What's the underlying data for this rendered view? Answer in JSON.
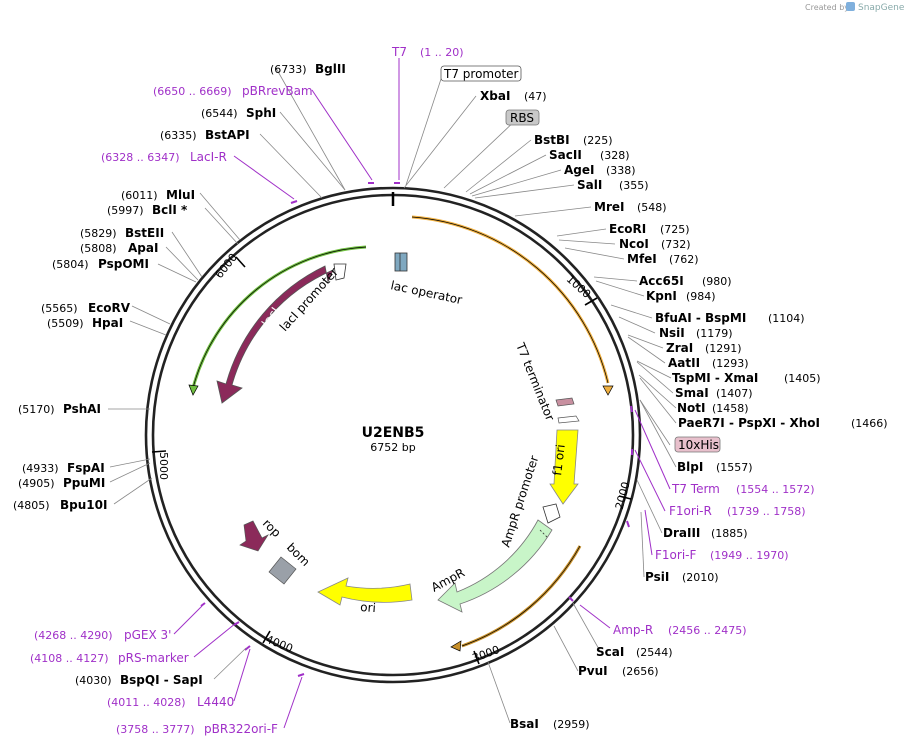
{
  "header": {
    "credit": "Created by",
    "brand": "SnapGene"
  },
  "plasmid": {
    "name": "U2ENB5",
    "size": "6752 bp",
    "total_bp": 6752
  },
  "ticks": [
    "1000",
    "2000",
    "3000",
    "4000",
    "5000",
    "6000"
  ],
  "enzymes_right": [
    {
      "name": "XbaI",
      "pos": "(47)"
    },
    {
      "name": "BstBI",
      "pos": "(225)"
    },
    {
      "name": "SacII",
      "pos": "(328)"
    },
    {
      "name": "AgeI",
      "pos": "(338)"
    },
    {
      "name": "SalI",
      "pos": "(355)"
    },
    {
      "name": "MreI",
      "pos": "(548)"
    },
    {
      "name": "EcoRI",
      "pos": "(725)"
    },
    {
      "name": "NcoI",
      "pos": "(732)"
    },
    {
      "name": "MfeI",
      "pos": "(762)"
    },
    {
      "name": "Acc65I",
      "pos": "(980)"
    },
    {
      "name": "KpnI",
      "pos": "(984)"
    },
    {
      "name": "BfuAI - BspMI",
      "pos": "(1104)"
    },
    {
      "name": "NsiI",
      "pos": "(1179)"
    },
    {
      "name": "ZraI",
      "pos": "(1291)"
    },
    {
      "name": "AatII",
      "pos": "(1293)"
    },
    {
      "name": "TspMI - XmaI",
      "pos": "(1405)"
    },
    {
      "name": "SmaI",
      "pos": "(1407)"
    },
    {
      "name": "NotI",
      "pos": "(1458)"
    },
    {
      "name": "PaeR7I - PspXI - XhoI",
      "pos": "(1466)"
    },
    {
      "name": "BlpI",
      "pos": "(1557)"
    },
    {
      "name": "DraIII",
      "pos": "(1885)"
    },
    {
      "name": "PsiI",
      "pos": "(2010)"
    },
    {
      "name": "ScaI",
      "pos": "(2544)"
    },
    {
      "name": "PvuI",
      "pos": "(2656)"
    },
    {
      "name": "BsaI",
      "pos": "(2959)"
    }
  ],
  "enzymes_left": [
    {
      "name": "BglII",
      "pos": "(6733)"
    },
    {
      "name": "SphI",
      "pos": "(6544)"
    },
    {
      "name": "BstAPI",
      "pos": "(6335)"
    },
    {
      "name": "MluI",
      "pos": "(6011)"
    },
    {
      "name": "BclI *",
      "pos": "(5997)"
    },
    {
      "name": "BstEII",
      "pos": "(5829)"
    },
    {
      "name": "ApaI",
      "pos": "(5808)"
    },
    {
      "name": "PspOMI",
      "pos": "(5804)"
    },
    {
      "name": "EcoRV",
      "pos": "(5565)"
    },
    {
      "name": "HpaI",
      "pos": "(5509)"
    },
    {
      "name": "PshAI",
      "pos": "(5170)"
    },
    {
      "name": "FspAI",
      "pos": "(4933)"
    },
    {
      "name": "PpuMI",
      "pos": "(4905)"
    },
    {
      "name": "Bpu10I",
      "pos": "(4805)"
    },
    {
      "name": "BspQI - SapI",
      "pos": "(4030)"
    }
  ],
  "primers": [
    {
      "name": "T7",
      "pos": "(1 .. 20)"
    },
    {
      "name": "pBRrevBam",
      "pos": "(6650 .. 6669)"
    },
    {
      "name": "LacI-R",
      "pos": "(6328 .. 6347)"
    },
    {
      "name": "T7 Term",
      "pos": "(1554 .. 1572)"
    },
    {
      "name": "F1ori-R",
      "pos": "(1739 .. 1758)"
    },
    {
      "name": "F1ori-F",
      "pos": "(1949 .. 1970)"
    },
    {
      "name": "Amp-R",
      "pos": "(2456 .. 2475)"
    },
    {
      "name": "pGEX 3'",
      "pos": "(4268 .. 4290)"
    },
    {
      "name": "pRS-marker",
      "pos": "(4108 .. 4127)"
    },
    {
      "name": "L4440",
      "pos": "(4011 .. 4028)"
    },
    {
      "name": "pBR322ori-F",
      "pos": "(3758 .. 3777)"
    }
  ],
  "boxed_features": [
    {
      "name": "T7 promoter",
      "color": "#ffffff"
    },
    {
      "name": "RBS",
      "color": "#c8c8c8"
    },
    {
      "name": "10xHis",
      "color": "#e8c0cc"
    }
  ],
  "features": {
    "lac_operator": "lac operator",
    "lacI_promoter": "lacI promoter",
    "lacI": "lacI",
    "t7_terminator": "T7 terminator",
    "f1_ori": "f1 ori",
    "ampr_promoter": "AmpR promoter",
    "ampr": "AmpR",
    "ori": "ori",
    "rop": "rop",
    "bom": "bom"
  },
  "colors": {
    "primer": "#a030c8",
    "lacI": "#8b2a5a",
    "f1_ori": "#ffff00",
    "ori": "#ffff00",
    "ampr": "#c8f5c8",
    "orf_orange": "#f0b040",
    "orf_green": "#70c040",
    "bom": "#9aa0a8",
    "rop": "#8b2a5a"
  }
}
